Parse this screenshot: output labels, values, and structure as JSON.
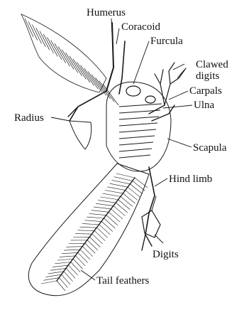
{
  "figure": {
    "labels": [
      {
        "id": "humerus",
        "text": "Humerus"
      },
      {
        "id": "coracoid",
        "text": "Coracoid"
      },
      {
        "id": "furcula",
        "text": "Furcula"
      },
      {
        "id": "clawed-digits-1",
        "text": "Clawed"
      },
      {
        "id": "clawed-digits-2",
        "text": "digits"
      },
      {
        "id": "carpals",
        "text": "Carpals"
      },
      {
        "id": "ulna",
        "text": "Ulna"
      },
      {
        "id": "radius",
        "text": "Radius"
      },
      {
        "id": "scapula",
        "text": "Scapula"
      },
      {
        "id": "hind-limb",
        "text": "Hind limb"
      },
      {
        "id": "digits",
        "text": "Digits"
      },
      {
        "id": "tail-feathers",
        "text": "Tail feathers"
      }
    ]
  },
  "colors": {
    "ink": "#1a1a1a",
    "background": "#ffffff"
  }
}
